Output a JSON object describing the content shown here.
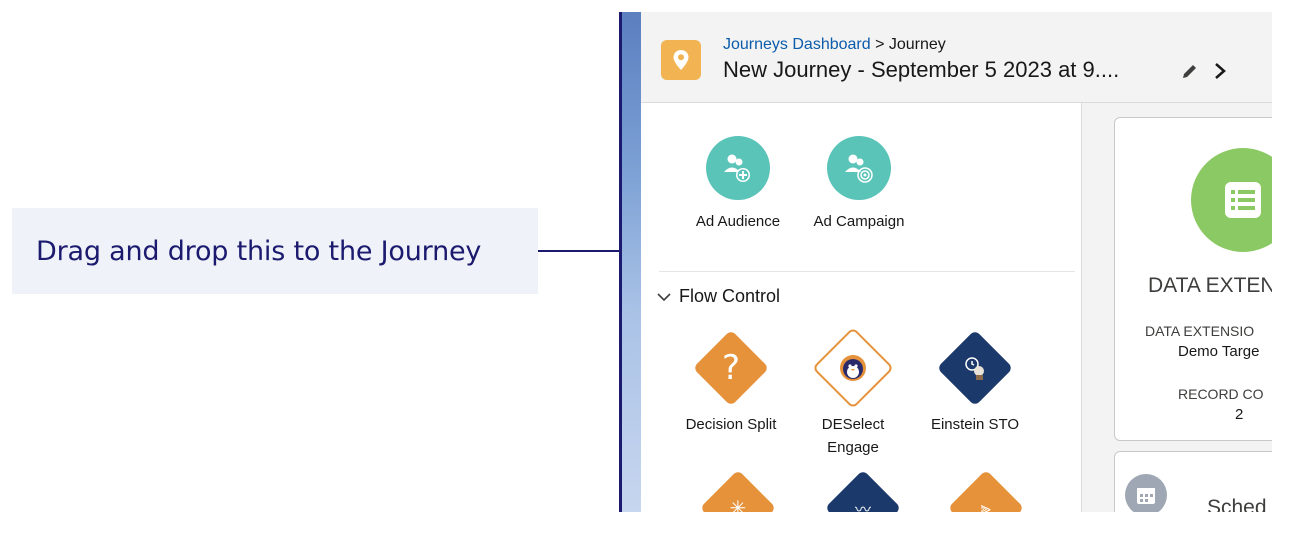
{
  "callout": {
    "text": "Drag and drop this to the Journey"
  },
  "header": {
    "breadcrumb_link": "Journeys Dashboard",
    "breadcrumb_sep": " > ",
    "breadcrumb_current": "Journey",
    "title": "New Journey - September 5 2023 at 9...."
  },
  "palette": {
    "advertising": [
      {
        "label": "Ad Audience",
        "icon": "ad-audience-icon"
      },
      {
        "label": "Ad Campaign",
        "icon": "ad-campaign-icon"
      }
    ],
    "flow_control": {
      "title": "Flow Control",
      "items": [
        {
          "label": "Decision Split",
          "icon": "question-mark-icon",
          "color": "#e5923a"
        },
        {
          "label": "DESelect Engage",
          "icon": "deselect-engage-icon",
          "color": "#ffffff"
        },
        {
          "label": "Einstein STO",
          "icon": "einstein-sto-icon",
          "color": "#1b3a6b"
        }
      ]
    }
  },
  "data_card": {
    "title": "DATA EXTEN",
    "ext_label": "DATA EXTENSIO",
    "ext_value": "Demo Targe",
    "count_label": "RECORD CO",
    "count_value": "2"
  },
  "schedule_card": {
    "label": "Sched"
  },
  "colors": {
    "accent_teal": "#5bc4b9",
    "accent_orange": "#e5923a",
    "navy": "#1b3a6b",
    "green": "#8bc965"
  }
}
